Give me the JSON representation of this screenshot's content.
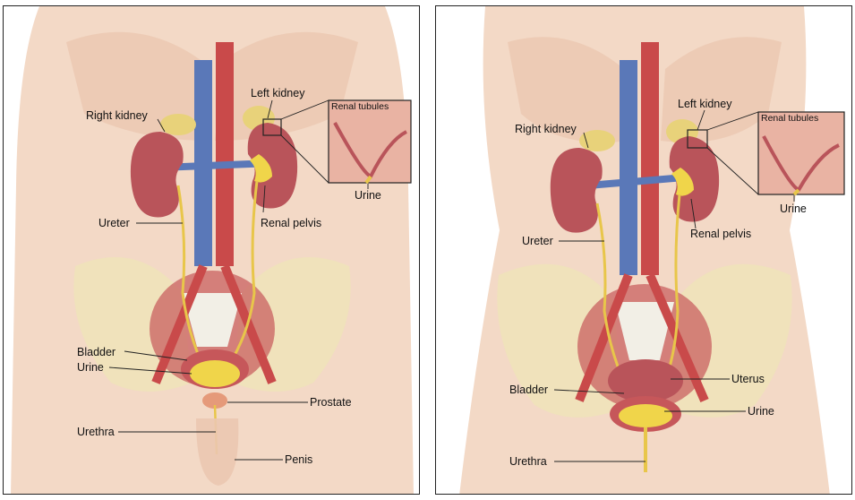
{
  "male": {
    "labels": {
      "right_kidney": "Right kidney",
      "left_kidney": "Left kidney",
      "renal_tubules": "Renal tubules",
      "urine_inset": "Urine",
      "ureter": "Ureter",
      "renal_pelvis": "Renal pelvis",
      "bladder": "Bladder",
      "urine": "Urine",
      "prostate": "Prostate",
      "urethra": "Urethra",
      "penis": "Penis"
    }
  },
  "female": {
    "labels": {
      "right_kidney": "Right kidney",
      "left_kidney": "Left kidney",
      "renal_tubules": "Renal tubules",
      "urine_inset": "Urine",
      "ureter": "Ureter",
      "renal_pelvis": "Renal pelvis",
      "uterus": "Uterus",
      "bladder": "Bladder",
      "urine": "Urine",
      "urethra": "Urethra"
    }
  },
  "colors": {
    "skin": "#f3d9c6",
    "skin_shade": "#e9c2a8",
    "kidney": "#b9545a",
    "vein": "#5a78b8",
    "artery": "#c94a4a",
    "ureter": "#e8c64a",
    "bladder": "#c6575a",
    "urine": "#f0d54a",
    "bone": "#efe3b8"
  }
}
